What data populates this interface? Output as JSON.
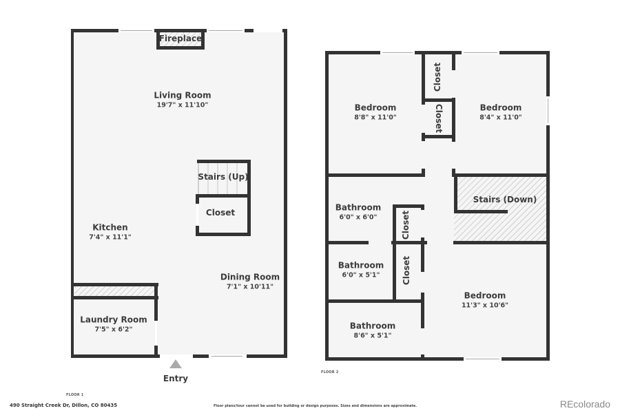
{
  "floor1": {
    "label": "FLOOR 1",
    "rooms": {
      "fireplace": {
        "name": "Fireplace"
      },
      "living_room": {
        "name": "Living Room",
        "dim": "19'7\" x 11'10\""
      },
      "stairs_up": {
        "name": "Stairs (Up)"
      },
      "closet": {
        "name": "Closet"
      },
      "kitchen": {
        "name": "Kitchen",
        "dim": "7'4\" x 11'1\""
      },
      "dining_room": {
        "name": "Dining Room",
        "dim": "7'1\" x 10'11\""
      },
      "laundry_room": {
        "name": "Laundry Room",
        "dim": "7'5\" x 6'2\""
      }
    },
    "entry": {
      "label": "Entry"
    }
  },
  "floor2": {
    "label": "FLOOR 2",
    "rooms": {
      "bedroom_nw": {
        "name": "Bedroom",
        "dim": "8'8\" x 11'0\""
      },
      "closet_top": {
        "name": "Closet"
      },
      "closet_mid": {
        "name": "Closet"
      },
      "bedroom_ne": {
        "name": "Bedroom",
        "dim": "8'4\" x 11'0\""
      },
      "bathroom_1": {
        "name": "Bathroom",
        "dim": "6'0\" x 6'0\""
      },
      "closet_hall": {
        "name": "Closet"
      },
      "stairs_down": {
        "name": "Stairs (Down)"
      },
      "bathroom_2": {
        "name": "Bathroom",
        "dim": "6'0\" x 5'1\""
      },
      "closet_lower": {
        "name": "Closet"
      },
      "bedroom_se": {
        "name": "Bedroom",
        "dim": "11'3\" x 10'6\""
      },
      "bathroom_3": {
        "name": "Bathroom",
        "dim": "8'6\" x 5'1\""
      }
    }
  },
  "footer": {
    "address": "490 Straight Creek Dr, Dillon, CO 80435",
    "disclaimer": "Floor plans/tour cannot be used for building or design purposes. Sizes and dimensions are approximate.",
    "brand": "REcolorado"
  },
  "colors": {
    "wall": "#333333",
    "floor": "#f5f5f5",
    "window": "#ffffff",
    "hatch": "#aaaaaa",
    "entry_arrow": "#aaaaaa"
  }
}
